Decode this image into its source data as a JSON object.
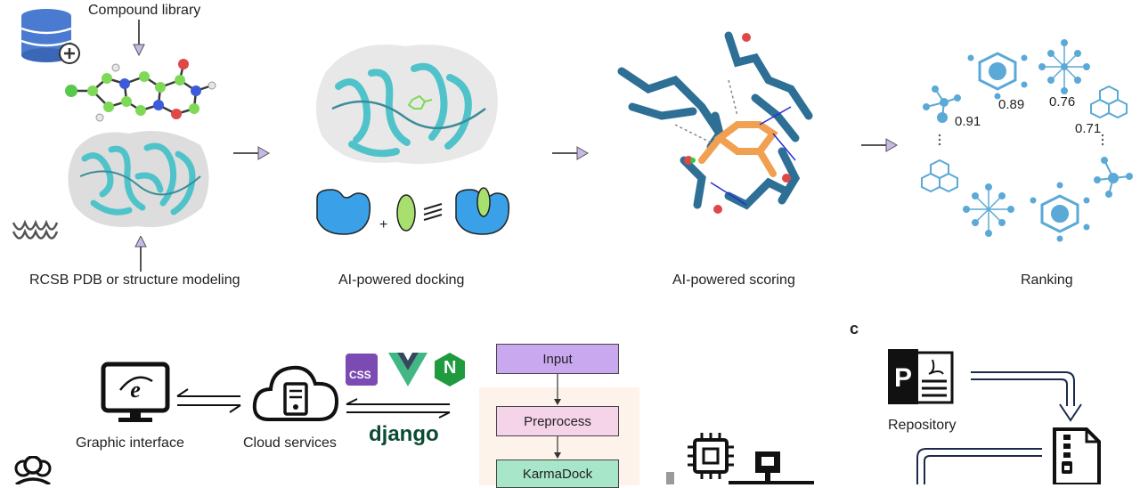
{
  "top_row": {
    "compound_library_label": "Compound library",
    "source_label": "RCSB PDB or structure modeling",
    "docking_label": "AI-powered docking",
    "scoring_label": "AI-powered scoring",
    "ranking_label": "Ranking",
    "ranking_scores": [
      "0.91",
      "0.89",
      "0.76",
      "0.71"
    ]
  },
  "bottom_row": {
    "graphic_interface_label": "Graphic interface",
    "cloud_services_label": "Cloud services",
    "tech_badges": {
      "css": "CSS",
      "nginx": "N",
      "django": "django"
    },
    "flow_steps": [
      "Input",
      "Preprocess",
      "KarmaDock"
    ],
    "panel_c_letter": "c",
    "repository_label": "Repository"
  },
  "colors": {
    "protein_cyan": "#4fc3c9",
    "ligand_green": "#7ed957",
    "stick_blue": "#2e6f96",
    "ligand_orange": "#f0a050",
    "molecule_blue": "#5aa9d6",
    "input_box": "#c9a8ef",
    "preprocess_box": "#f5d3e8",
    "karmadock_box": "#a8e6c9",
    "css_badge": "#7b4bb3",
    "nginx_badge": "#1f9a3f",
    "django_text": "#0c4b33",
    "arrow_purple": "#c7b8e8"
  },
  "icons": [
    "database-plus-icon",
    "monitor-browser-icon",
    "cloud-server-icon",
    "vue-logo-icon",
    "nginx-logo-icon",
    "cpu-chip-icon",
    "network-icon",
    "users-icon",
    "pdf-document-icon",
    "zip-file-icon"
  ]
}
